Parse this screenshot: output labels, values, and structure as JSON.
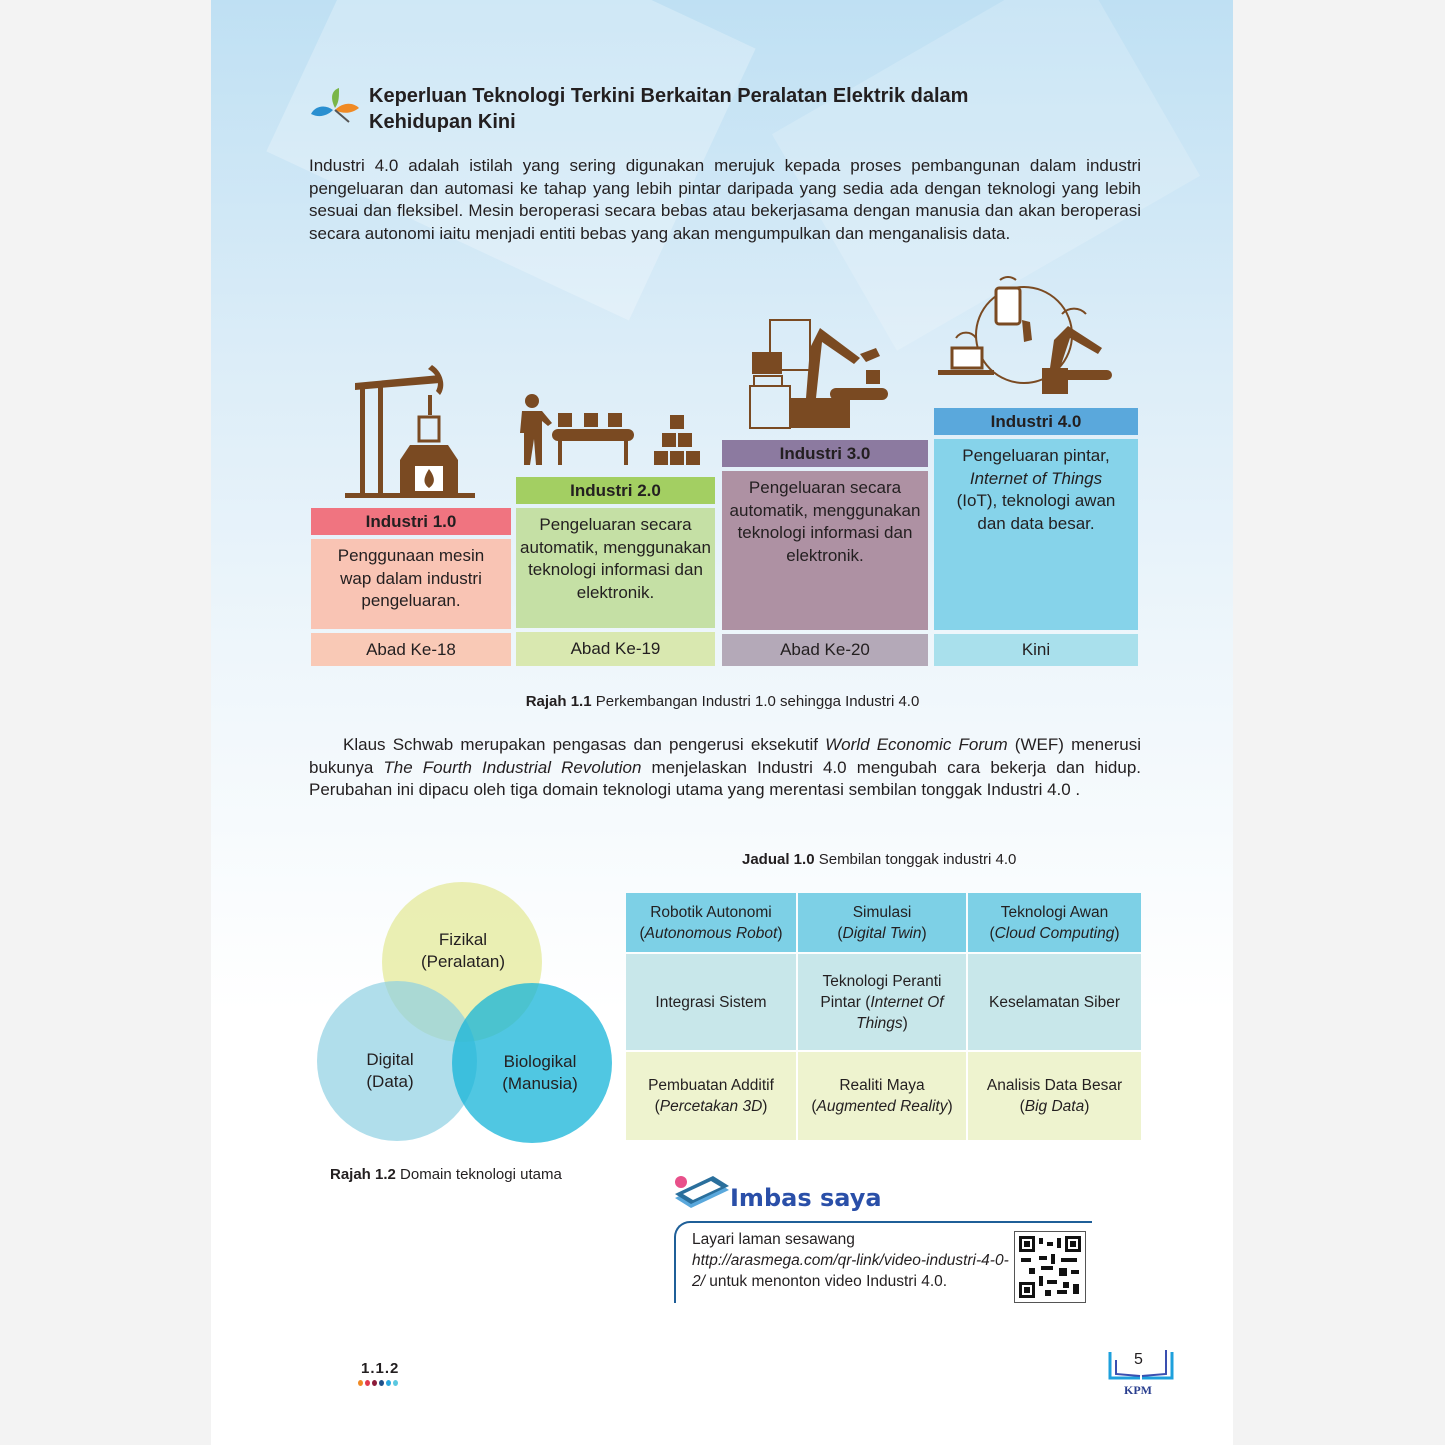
{
  "heading": "Keperluan Teknologi Terkini Berkaitan Peralatan Elektrik dalam Kehidupan Kini",
  "intro": "Industri 4.0 adalah istilah yang sering digunakan merujuk kepada proses pembangunan dalam industri pengeluaran dan automasi ke tahap yang lebih pintar daripada yang sedia ada dengan teknologi yang lebih sesuai dan fleksibel. Mesin beroperasi secara bebas atau bekerjasama dengan manusia dan akan beroperasi secara autonomi iaitu menjadi entiti bebas yang akan mengumpulkan dan menganalisis data.",
  "industries": [
    {
      "title": "Industri 1.0",
      "desc": "Penggunaan mesin wap dalam industri pengeluaran.",
      "era": "Abad Ke-18",
      "icon": "steam-engine-icon"
    },
    {
      "title": "Industri 2.0",
      "desc": "Pengeluaran secara automatik, menggunakan teknologi informasi dan elektronik.",
      "era": "Abad Ke-19",
      "icon": "conveyor-worker-icon"
    },
    {
      "title": "Industri 3.0",
      "desc": "Pengeluaran secara automatik, menggunakan teknologi informasi dan elektronik.",
      "era": "Abad Ke-20",
      "icon": "robot-arm-computer-icon"
    },
    {
      "title": "Industri 4.0",
      "desc_a": "Pengeluaran pintar,",
      "desc_i": "Internet of Things",
      "desc_b": "(IoT), teknologi awan dan data besar.",
      "era": "Kini",
      "icon": "iot-network-icon"
    }
  ],
  "colors": {
    "i1h": "#f07480",
    "i2h": "#a3cf62",
    "i3h": "#8c7aa0",
    "i4h": "#5aa8dc",
    "brown": "#7a4a22"
  },
  "fig1": {
    "label": "Rajah 1.1",
    "text": "Perkembangan Industri 1.0 sehingga Industri 4.0"
  },
  "para2": {
    "a": "Klaus Schwab merupakan pengasas dan pengerusi eksekutif ",
    "i1": "World Economic Forum",
    "b": " (WEF) menerusi bukunya ",
    "i2": "The Fourth Industrial Revolution",
    "c": " menjelaskan Industri 4.0 mengubah cara bekerja dan hidup. Perubahan ini dipacu oleh tiga domain teknologi utama yang merentasi sembilan tonggak Industri 4.0 ."
  },
  "table": {
    "label": "Jadual 1.0",
    "text": "Sembilan tonggak industri 4.0",
    "rows": [
      [
        {
          "a": "Robotik Autonomi",
          "i": "Autonomous Robot"
        },
        {
          "a": "Simulasi",
          "i": "Digital Twin"
        },
        {
          "a": "Teknologi Awan",
          "i": "Cloud Computing"
        }
      ],
      [
        {
          "a": "Integrasi Sistem"
        },
        {
          "a": "Teknologi Peranti Pintar (",
          "i": "Internet Of Things",
          "z": ")"
        },
        {
          "a": "Keselamatan Siber"
        }
      ],
      [
        {
          "a": "Pembuatan Additif",
          "i": "Percetakan 3D"
        },
        {
          "a": "Realiti Maya",
          "i": "Augmented Reality"
        },
        {
          "a": "Analisis Data Besar (",
          "i": "Big Data",
          "z": ")"
        }
      ]
    ]
  },
  "venn": {
    "physical": [
      "Fizikal",
      "(Peralatan)"
    ],
    "digital": [
      "Digital",
      "(Data)"
    ],
    "bio": [
      "Biologikal",
      "(Manusia)"
    ]
  },
  "fig2": {
    "label": "Rajah 1.2",
    "text": "Domain teknologi utama"
  },
  "scan": {
    "title": "Imbas saya",
    "a": "Layari laman sesawang ",
    "url": "http://arasmega.com/qr-link/video-industri-4-0-2/",
    "b": " untuk menonton video Industri 4.0."
  },
  "footer": {
    "section": "1.1.2",
    "page": "5",
    "logo": "KPM"
  }
}
